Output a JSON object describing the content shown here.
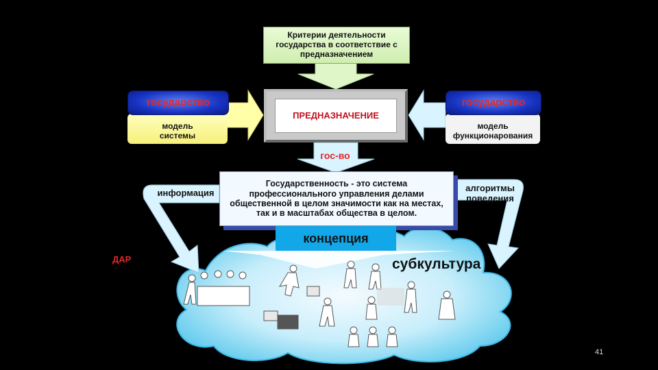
{
  "criteria": {
    "text": "Критерии деятельности государства в соответствие с предназначением"
  },
  "purpose": {
    "text": "ПРЕДНАЗНАЧЕНИЕ"
  },
  "left_block": {
    "title": "государство",
    "subtitle": "модель системы"
  },
  "right_block": {
    "title": "государство",
    "subtitle": "модель функционарования"
  },
  "gos_vo": "гос-во",
  "statehood": {
    "term": "Государственность",
    "definition": " - это система профессионального управления делами общественной в целом значимости как на местах, так и в масштабах общества в целом."
  },
  "information": "информация",
  "algorithms": "алгоритмы поведения",
  "concept": "концепция",
  "dar": "ДАР",
  "subculture": "субкультура",
  "page_number": "41",
  "colors": {
    "background": "#000000",
    "accent_red": "#e2282c",
    "blue_header": "#1733c2",
    "cloud": "#7fdcf0",
    "concept_blue": "#12a7e8",
    "arrow_light_blue": "#d9f3ff",
    "arrow_green": "#dff7c8",
    "arrow_yellow": "#ffffa8"
  }
}
